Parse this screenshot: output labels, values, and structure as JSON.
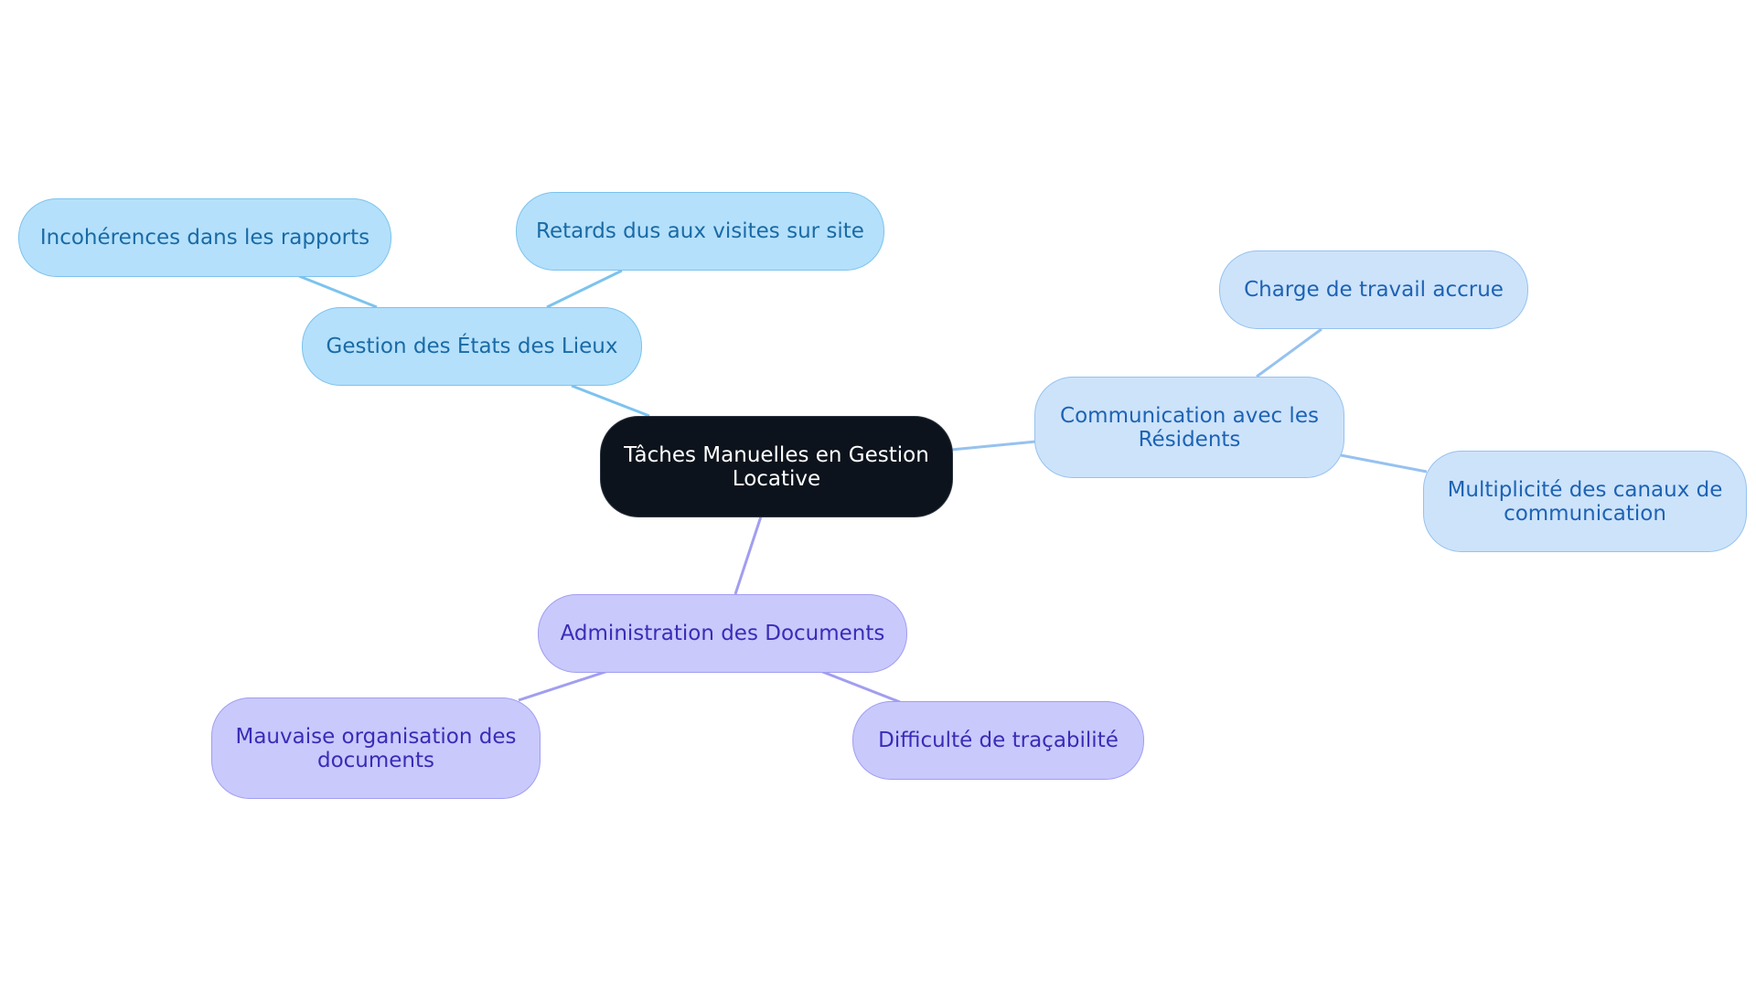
{
  "diagram": {
    "root": {
      "label": "Tâches Manuelles en Gestion Locative"
    },
    "branches": [
      {
        "label": "Gestion des États des Lieux",
        "color": "#7cc3ee",
        "children": [
          {
            "label": "Incohérences dans les rapports"
          },
          {
            "label": "Retards dus aux visites sur site"
          }
        ]
      },
      {
        "label": "Communication avec les Résidents",
        "color": "#96c2ef",
        "children": [
          {
            "label": "Charge de travail accrue"
          },
          {
            "label": "Multiplicité des canaux de communication"
          }
        ]
      },
      {
        "label": "Administration des Documents",
        "color": "#a19ef0",
        "children": [
          {
            "label": "Mauvaise organisation des documents"
          },
          {
            "label": "Difficulté de traçabilité"
          }
        ]
      }
    ]
  }
}
